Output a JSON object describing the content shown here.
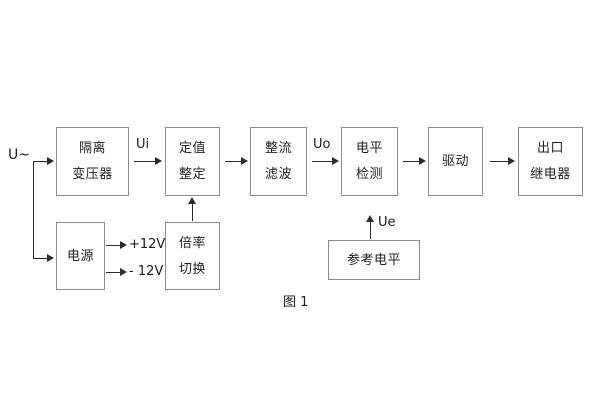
{
  "figure": {
    "caption": "图 1",
    "background_color": "#ffffff",
    "box_border_color": "#8a8a8a",
    "line_color": "#2b2b2b",
    "text_color": "#222222"
  },
  "blocks": [
    {
      "id": "isolation-transformer",
      "line1": "隔离",
      "line2": "变压器"
    },
    {
      "id": "setting-value",
      "line1": "定值",
      "line2": "整定"
    },
    {
      "id": "rectify-filter",
      "line1": "整流",
      "line2": "滤波"
    },
    {
      "id": "level-detect",
      "line1": "电平",
      "line2": "检测"
    },
    {
      "id": "drive",
      "line1": "驱动",
      "line2": ""
    },
    {
      "id": "output-relay",
      "line1": "出口",
      "line2": "继电器"
    },
    {
      "id": "power-supply",
      "line1": "电源",
      "line2": ""
    },
    {
      "id": "ratio-switch",
      "line1": "倍率",
      "line2": "切换"
    },
    {
      "id": "reference-level",
      "line1": "参考电平",
      "line2": ""
    }
  ],
  "signals": {
    "input": "U~",
    "ui": "Ui",
    "uo": "Uo",
    "ue": "Ue",
    "rail_pos": "+12V",
    "rail_neg": "- 12V"
  }
}
